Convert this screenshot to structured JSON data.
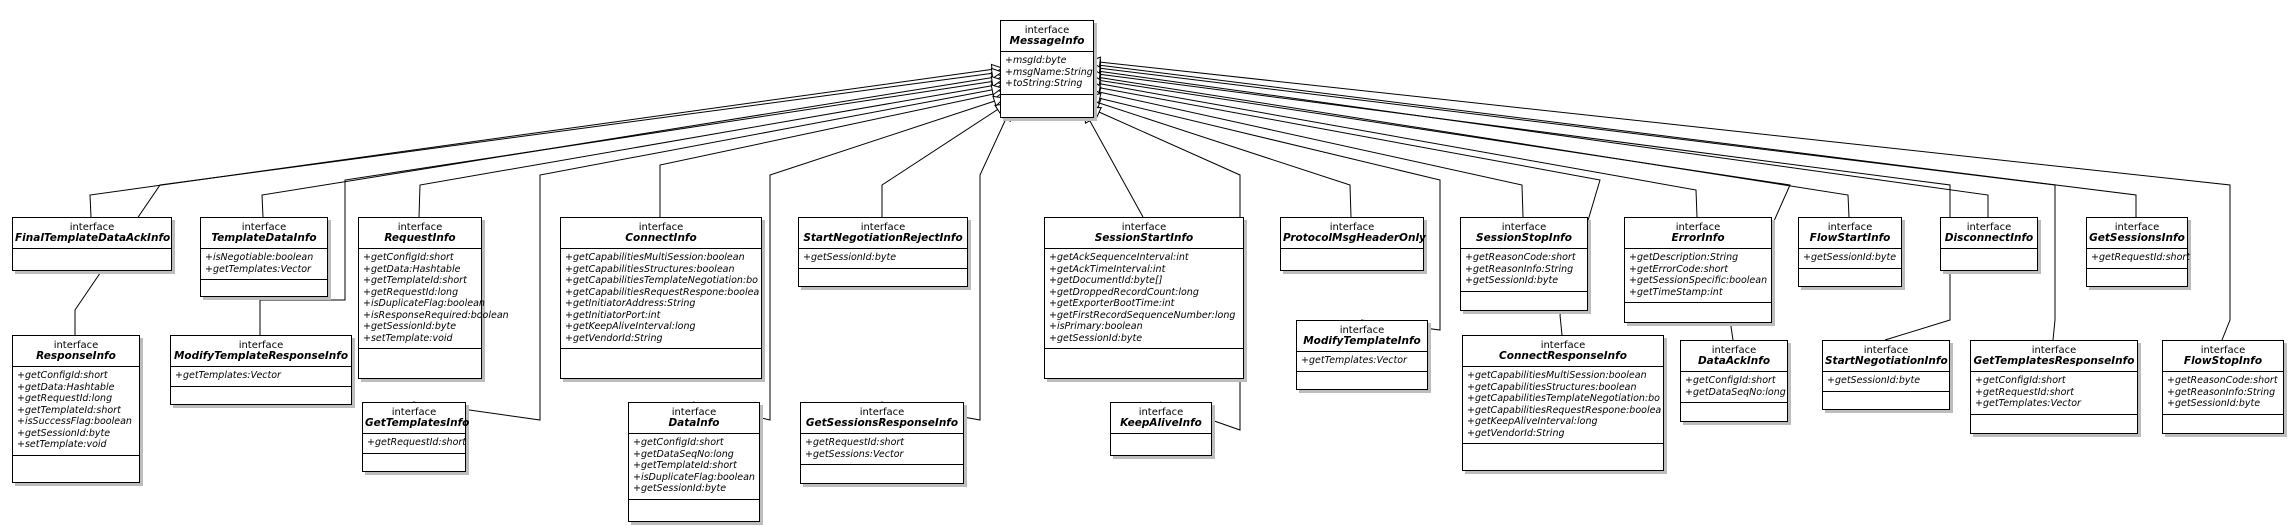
{
  "diagram": {
    "stereotype": "interface",
    "root": {
      "name": "MessageInfo",
      "members": [
        "+msgId:byte",
        "+msgName:String",
        "+toString:String"
      ]
    },
    "classes": [
      {
        "id": "FinalTemplateDataAckInfo",
        "name": "FinalTemplateDataAckInfo",
        "members": []
      },
      {
        "id": "TemplateDataInfo",
        "name": "TemplateDataInfo",
        "members": [
          "+isNegotiable:boolean",
          "+getTemplates:Vector"
        ]
      },
      {
        "id": "RequestInfo",
        "name": "RequestInfo",
        "members": [
          "+getConfigId:short",
          "+getData:Hashtable",
          "+getTemplateId:short",
          "+getRequestId:long",
          "+isDuplicateFlag:boolean",
          "+isResponseRequired:boolean",
          "+getSessionId:byte",
          "+setTemplate:void"
        ]
      },
      {
        "id": "ConnectInfo",
        "name": "ConnectInfo",
        "members": [
          "+getCapabilitiesMultiSession:boolean",
          "+getCapabilitiesStructures:boolean",
          "+getCapabilitiesTemplateNegotiation:bo",
          "+getCapabilitiesRequestRespone:boolea",
          "+getInitiatorAddress:String",
          "+getInitiatorPort:int",
          "+getKeepAliveInterval:long",
          "+getVendorId:String"
        ]
      },
      {
        "id": "StartNegotiationRejectInfo",
        "name": "StartNegotiationRejectInfo",
        "members": [
          "+getSessionId:byte"
        ]
      },
      {
        "id": "SessionStartInfo",
        "name": "SessionStartInfo",
        "members": [
          "+getAckSequenceInterval:int",
          "+getAckTimeInterval:int",
          "+getDocumentId:byte[]",
          "+getDroppedRecordCount:long",
          "+getExporterBootTime:int",
          "+getFirstRecordSequenceNumber:long",
          "+isPrimary:boolean",
          "+getSessionId:byte"
        ]
      },
      {
        "id": "ProtocolMsgHeaderOnly",
        "name": "ProtocolMsgHeaderOnly",
        "members": []
      },
      {
        "id": "SessionStopInfo",
        "name": "SessionStopInfo",
        "members": [
          "+getReasonCode:short",
          "+getReasonInfo:String",
          "+getSessionId:byte"
        ]
      },
      {
        "id": "ErrorInfo",
        "name": "ErrorInfo",
        "members": [
          "+getDescription:String",
          "+getErrorCode:short",
          "+getSessionSpecific:boolean",
          "+getTimeStamp:int"
        ]
      },
      {
        "id": "FlowStartInfo",
        "name": "FlowStartInfo",
        "members": [
          "+getSessionId:byte"
        ]
      },
      {
        "id": "DisconnectInfo",
        "name": "DisconnectInfo",
        "members": []
      },
      {
        "id": "GetSessionsInfo",
        "name": "GetSessionsInfo",
        "members": [
          "+getRequestId:short"
        ]
      },
      {
        "id": "ResponseInfo",
        "name": "ResponseInfo",
        "members": [
          "+getConfigId:short",
          "+getData:Hashtable",
          "+getRequestId:long",
          "+getTemplateId:short",
          "+isSuccessFlag:boolean",
          "+getSessionId:byte",
          "+setTemplate:void"
        ]
      },
      {
        "id": "ModifyTemplateResponseInfo",
        "name": "ModifyTemplateResponseInfo",
        "members": [
          "+getTemplates:Vector"
        ]
      },
      {
        "id": "GetTemplatesInfo",
        "name": "GetTemplatesInfo",
        "members": [
          "+getRequestId:short"
        ]
      },
      {
        "id": "DataInfo",
        "name": "DataInfo",
        "members": [
          "+getConfigId:short",
          "+getDataSeqNo:long",
          "+getTemplateId:short",
          "+isDuplicateFlag:boolean",
          "+getSessionId:byte"
        ]
      },
      {
        "id": "GetSessionsResponseInfo",
        "name": "GetSessionsResponseInfo",
        "members": [
          "+getRequestId:short",
          "+getSessions:Vector"
        ]
      },
      {
        "id": "KeepAliveInfo",
        "name": "KeepAliveInfo",
        "members": []
      },
      {
        "id": "ModifyTemplateInfo",
        "name": "ModifyTemplateInfo",
        "members": [
          "+getTemplates:Vector"
        ]
      },
      {
        "id": "ConnectResponseInfo",
        "name": "ConnectResponseInfo",
        "members": [
          "+getCapabilitiesMultiSession:boolean",
          "+getCapabilitiesStructures:boolean",
          "+getCapabilitiesTemplateNegotiation:bo",
          "+getCapabilitiesRequestRespone:boolea",
          "+getKeepAliveInterval:long",
          "+getVendorId:String"
        ]
      },
      {
        "id": "DataAckInfo",
        "name": "DataAckInfo",
        "members": [
          "+getConfigId:short",
          "+getDataSeqNo:long"
        ]
      },
      {
        "id": "StartNegotiationInfo",
        "name": "StartNegotiationInfo",
        "members": [
          "+getSessionId:byte"
        ]
      },
      {
        "id": "GetTemplatesResponseInfo",
        "name": "GetTemplatesResponseInfo",
        "members": [
          "+getConfigId:short",
          "+getRequestId:short",
          "+getTemplates:Vector"
        ]
      },
      {
        "id": "FlowStopInfo",
        "name": "FlowStopInfo",
        "members": [
          "+getReasonCode:short",
          "+getReasonInfo:String",
          "+getSessionId:byte"
        ]
      }
    ],
    "colors": {
      "line": "#000000",
      "shadow": "#bdbdbd",
      "background": "#ffffff"
    }
  }
}
